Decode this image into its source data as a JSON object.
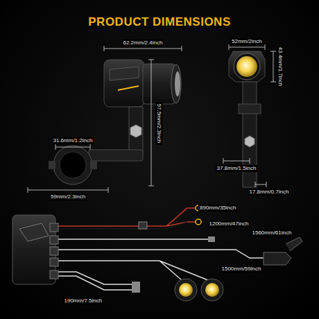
{
  "diagram": {
    "title": "PRODUCT DIMENSIONS",
    "labels": [
      "62.2mm/2.4inch",
      "52mm/2inch",
      "43.4mm/1.7inch",
      "57.5mm/2.3inch",
      "31.6mm/1.2inch",
      "37.8mm/1.5inch",
      "59mm/2.3inch",
      "17.8mm/0.7inch",
      "890mm/35inch",
      "1200mm/47inch",
      "1560mm/61inch",
      "1500mm/59inch",
      "190mm/7.5inch"
    ]
  }
}
